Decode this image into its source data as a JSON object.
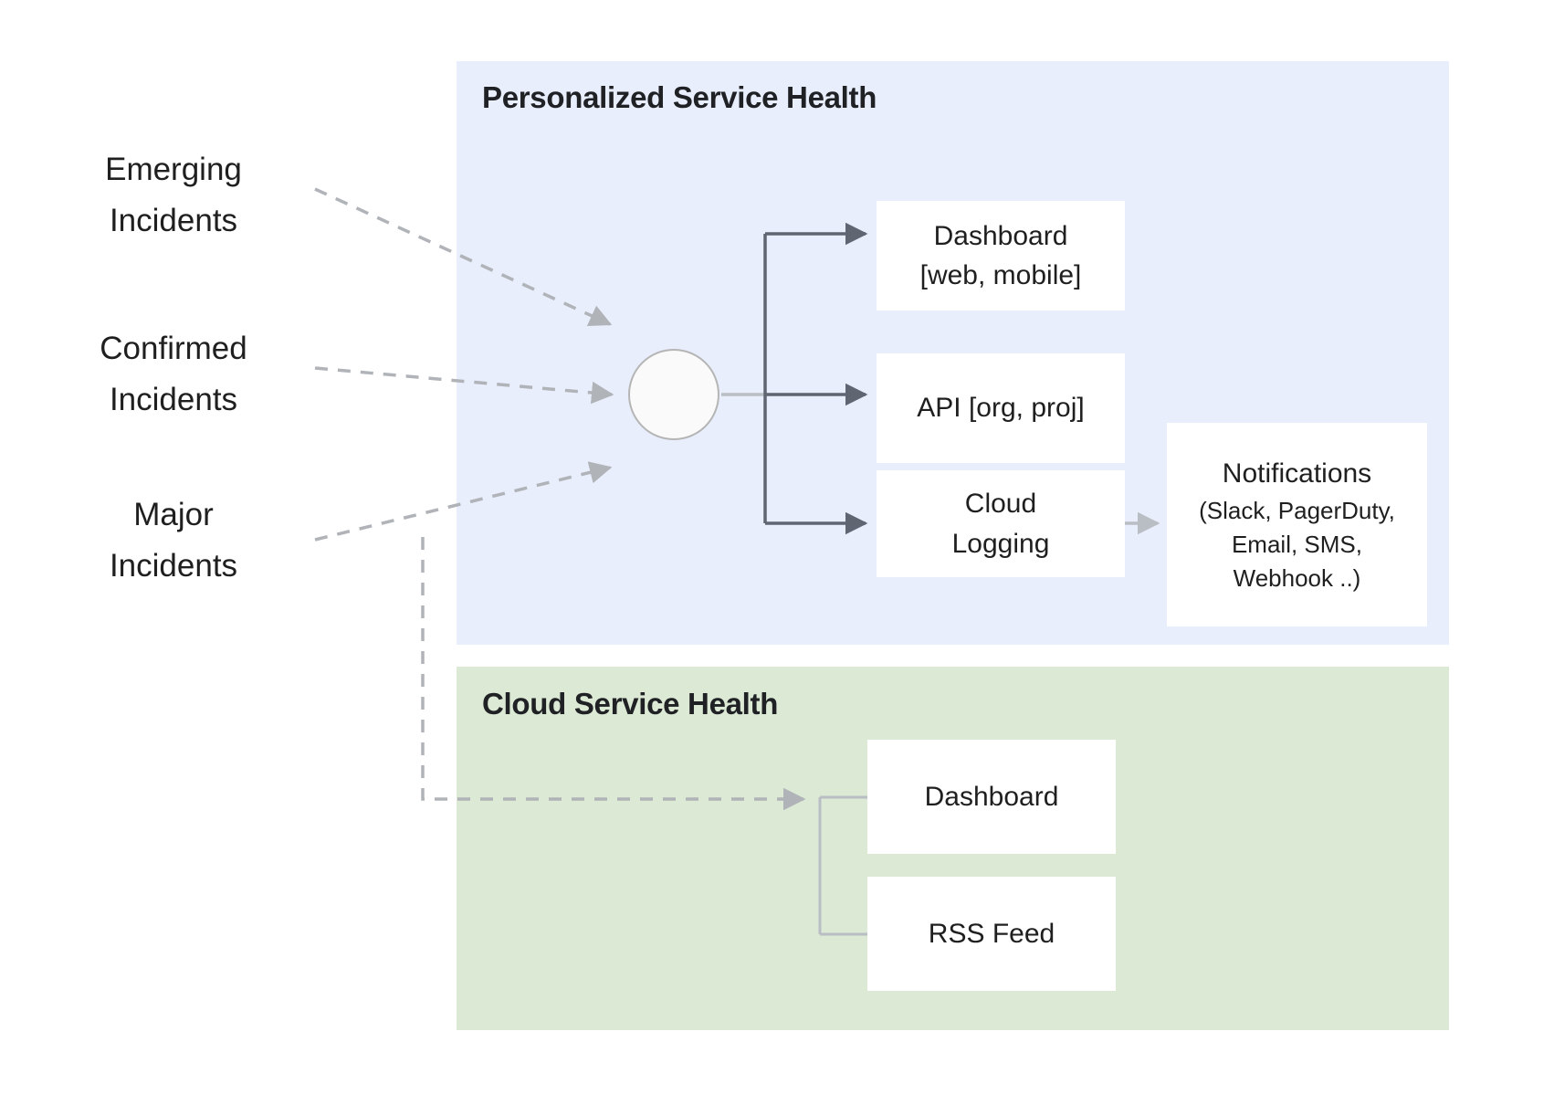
{
  "diagram": {
    "title_personalized": "Personalized Service Health",
    "title_cloud": "Cloud Service Health",
    "sources": [
      {
        "id": "emerging",
        "label": "Emerging\nIncidents"
      },
      {
        "id": "confirmed",
        "label": "Confirmed\nIncidents"
      },
      {
        "id": "major",
        "label": "Major\nIncidents"
      }
    ],
    "personalized_outputs": [
      {
        "id": "dashboard-web",
        "label": "Dashboard\n[web, mobile]"
      },
      {
        "id": "api",
        "label": "API [org, proj]"
      },
      {
        "id": "cloud-logging",
        "label": "Cloud\nLogging"
      }
    ],
    "notifications": {
      "title": "Notifications",
      "detail": "(Slack, PagerDuty,\nEmail, SMS,\nWebhook ..)"
    },
    "cloud_outputs": [
      {
        "id": "dashboard",
        "label": "Dashboard"
      },
      {
        "id": "rss-feed",
        "label": "RSS Feed"
      }
    ],
    "hub": {
      "label": ""
    },
    "colors": {
      "personalized_panel": "#e8eefc",
      "cloud_panel": "#dce9d5",
      "box_fill": "#ffffff",
      "text": "#1f1f1f",
      "title_text": "#202124",
      "solid_connector": "#5f6672",
      "dashed_connector": "#b0b3b8",
      "light_connector": "#b9bec4",
      "hub_stroke": "#b5b5b5",
      "hub_fill": "#fafafa"
    }
  }
}
